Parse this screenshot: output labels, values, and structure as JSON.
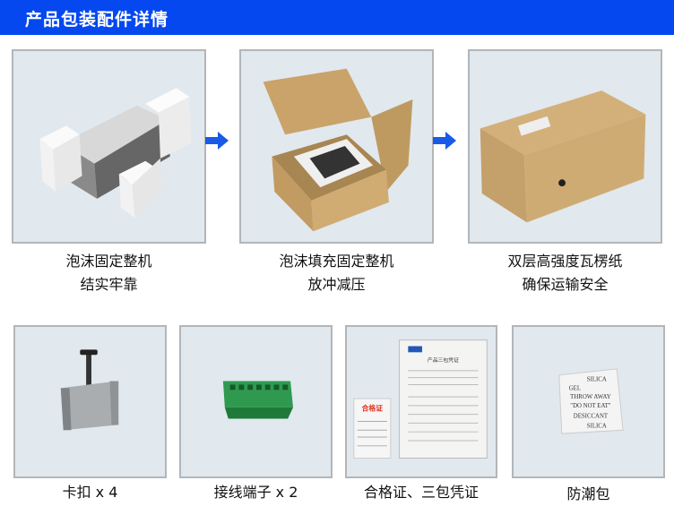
{
  "header": {
    "title": "产品包装配件详情"
  },
  "colors": {
    "header_bg": "#0548ef",
    "arrow": "#1a5ae8",
    "card_bg": "#e1e8ee"
  },
  "steps": [
    {
      "image": "foam-wrapped-unit",
      "caption_line1": "泡沫固定整机",
      "caption_line2": "结实牢靠"
    },
    {
      "image": "open-box-with-foam",
      "caption_line1": "泡沫填充固定整机",
      "caption_line2": "放冲减压"
    },
    {
      "image": "closed-corrugated-box",
      "caption_line1": "双层高强度瓦楞纸",
      "caption_line2": "确保运输安全"
    }
  ],
  "accessories": [
    {
      "image": "mounting-clip",
      "caption": "卡扣 x 4"
    },
    {
      "image": "green-terminal-block",
      "caption": "接线端子 x 2"
    },
    {
      "image": "certificate-documents",
      "caption": "合格证、三包凭证",
      "card_text": "合格证",
      "doc_title": "产品三包凭证"
    },
    {
      "image": "silica-gel-packet",
      "caption": "防潮包",
      "packet_text": [
        "SILICA",
        "GEL",
        "THROW AWAY",
        "\"DO NOT EAT\"",
        "DESICCANT",
        "SILICA"
      ]
    }
  ]
}
